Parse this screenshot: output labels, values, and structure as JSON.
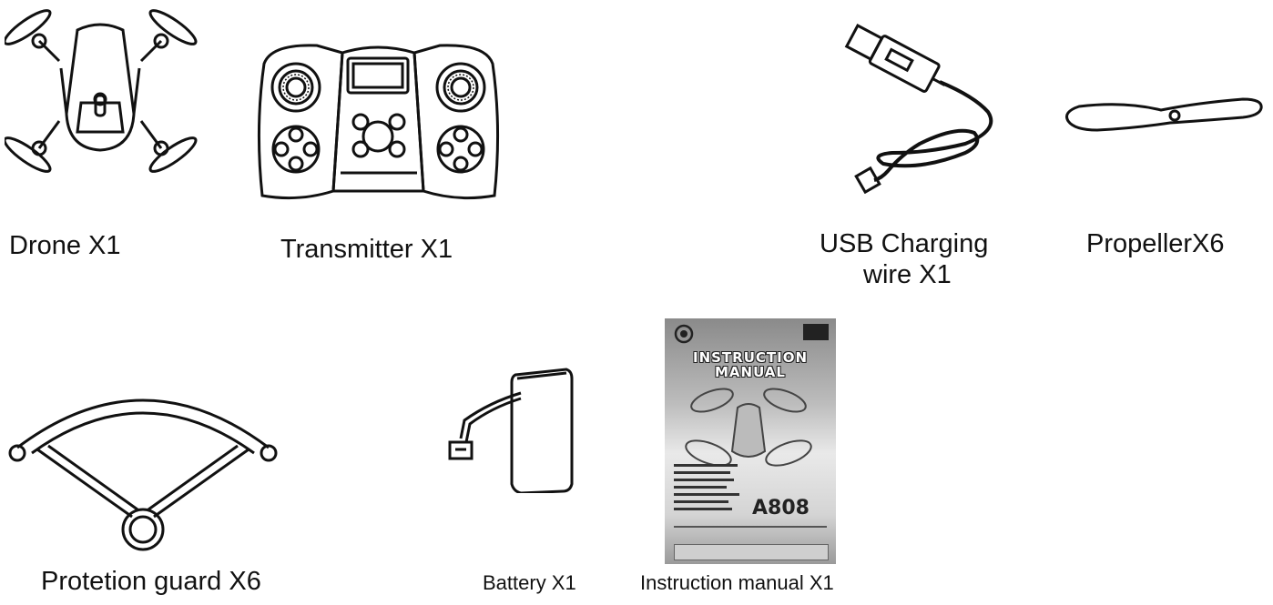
{
  "items": {
    "drone": {
      "label": "Drone X1"
    },
    "transmitter": {
      "label": "Transmitter X1"
    },
    "usb": {
      "label_line1": "USB Charging",
      "label_line2": "wire X1"
    },
    "propeller": {
      "label": "PropellerX6"
    },
    "guard": {
      "label": "Protetion guard  X6"
    },
    "battery": {
      "label": "Battery X1"
    },
    "manual": {
      "label": "Instruction manual X1"
    }
  },
  "manual_cover": {
    "title_line1": "INSTRUCTION",
    "title_line2": "MANUAL",
    "model": "A808"
  }
}
